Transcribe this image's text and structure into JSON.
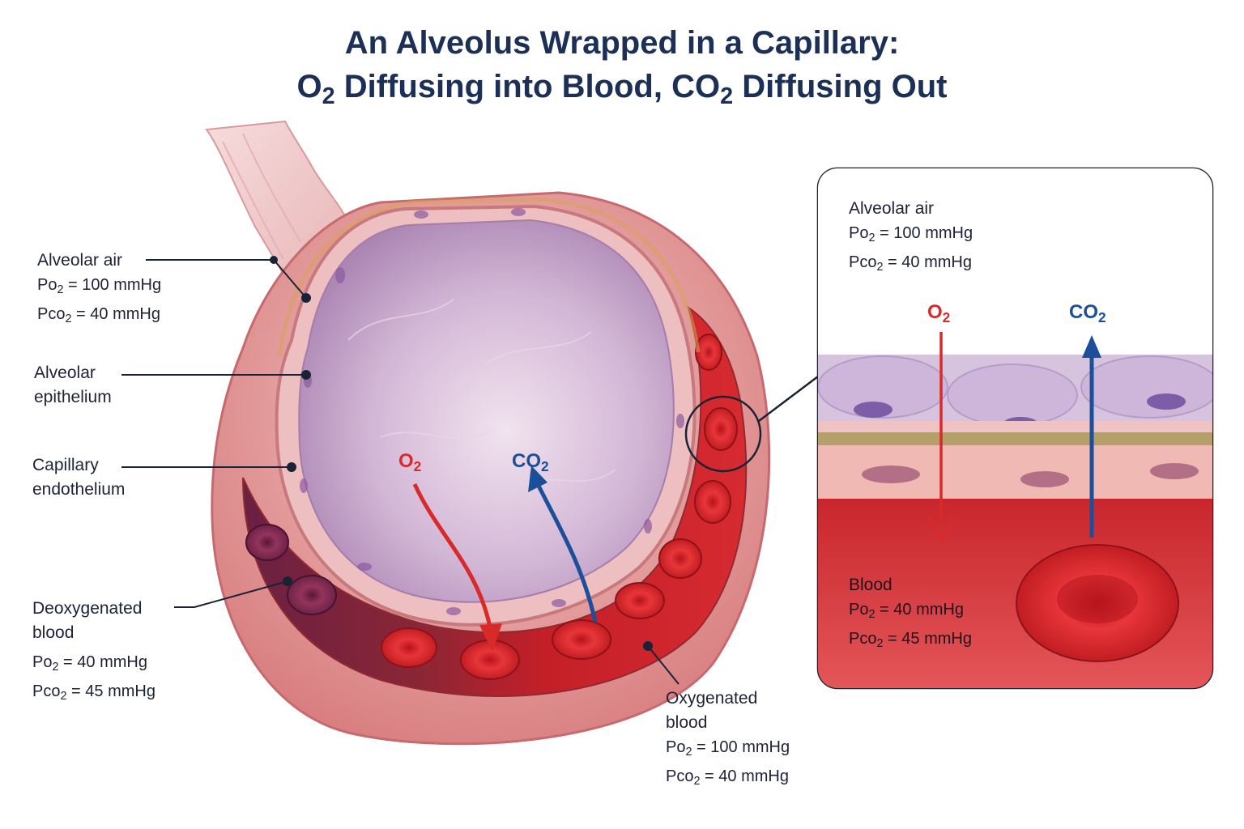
{
  "title": {
    "line1": "An Alveolus Wrapped in a Capillary:",
    "line2_pre": "O",
    "line2_sub1": "2",
    "line2_mid": " Diffusing into Blood, CO",
    "line2_sub2": "2",
    "line2_post": " Diffusing Out"
  },
  "labels": {
    "alveolar_air": {
      "head": "Alveolar air",
      "po2": "100 mmHg",
      "pco2": "40 mmHg"
    },
    "alveolar_epithelium": {
      "line1": "Alveolar",
      "line2": "epithelium"
    },
    "capillary_endothelium": {
      "line1": "Capillary",
      "line2": "endothelium"
    },
    "deoxygenated_blood": {
      "line1": "Deoxygenated",
      "line2": "blood",
      "po2": "40 mmHg",
      "pco2": "45 mmHg"
    },
    "oxygenated_blood": {
      "line1": "Oxygenated",
      "line2": "blood",
      "po2": "100 mmHg",
      "pco2": "40 mmHg"
    }
  },
  "gas_arrows": {
    "o2": {
      "base": "O",
      "sub": "2",
      "color": "#d92a2a"
    },
    "co2": {
      "base": "CO",
      "sub": "2",
      "color": "#1c4f9a"
    }
  },
  "inset": {
    "alveolar_air": {
      "head": "Alveolar air",
      "po2": "100 mmHg",
      "pco2": "40 mmHg"
    },
    "blood": {
      "head": "Blood",
      "po2": "40 mmHg",
      "pco2": "45 mmHg"
    }
  },
  "notation": {
    "po_prefix": "Po",
    "pco_prefix": "Pco",
    "sub": "2",
    "eq": " = "
  },
  "colors": {
    "title": "#1b2f57",
    "o2_arrow": "#d92a2a",
    "co2_arrow": "#1c4f9a",
    "oxygenated_blood": "#c8202a",
    "deoxygenated_blood": "#6e2446",
    "alveolus_interior": "#c6a6c9"
  }
}
